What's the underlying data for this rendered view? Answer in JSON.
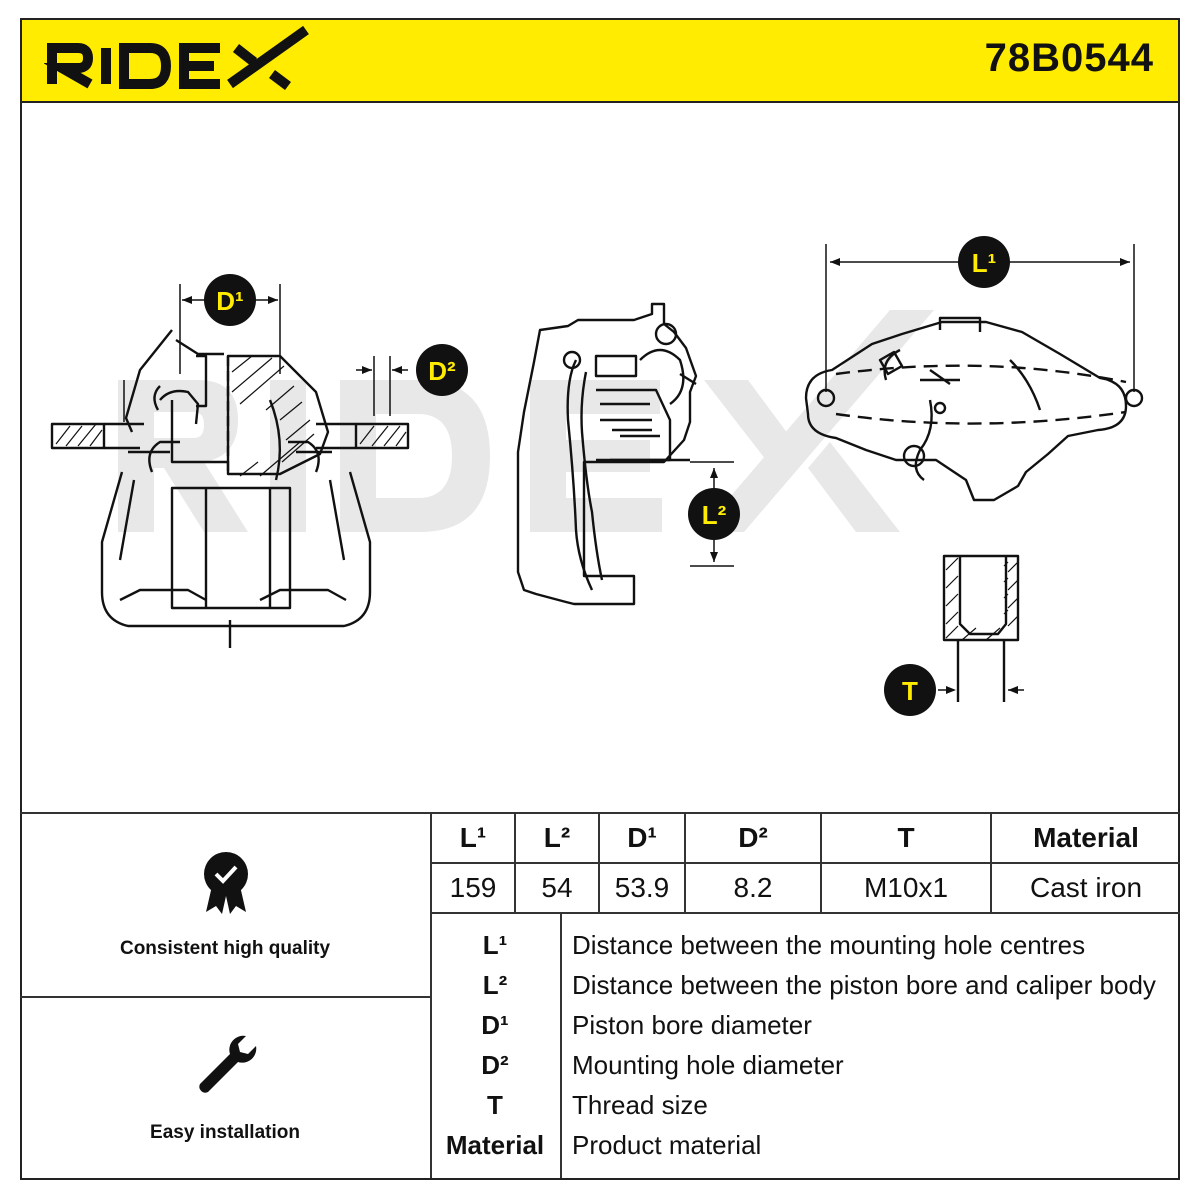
{
  "brand": "RIDEX",
  "part_number": "78B0544",
  "diagram_labels": {
    "D1": "D¹",
    "D2": "D²",
    "L1": "L¹",
    "L2": "L²",
    "T": "T"
  },
  "watermark": "RIDEX",
  "features": [
    {
      "label": "Consistent high quality",
      "icon": "quality-badge-icon"
    },
    {
      "label": "Easy installation",
      "icon": "wrench-icon"
    }
  ],
  "spec_table": {
    "headers": [
      "L¹",
      "L²",
      "D¹",
      "D²",
      "T",
      "Material"
    ],
    "values": [
      "159",
      "54",
      "53.9",
      "8.2",
      "M10x1",
      "Cast iron"
    ]
  },
  "legend": [
    {
      "key": "L¹",
      "description": "Distance between the mounting hole centres"
    },
    {
      "key": "L²",
      "description": "Distance between the piston bore and caliper body"
    },
    {
      "key": "D¹",
      "description": "Piston bore diameter"
    },
    {
      "key": "D²",
      "description": "Mounting hole diameter"
    },
    {
      "key": "T",
      "description": "Thread size"
    },
    {
      "key": "Material",
      "description": "Product material"
    }
  ],
  "colors": {
    "brand_yellow": "#ffec00",
    "ink": "#111111",
    "watermark": "#e6e6e6"
  }
}
